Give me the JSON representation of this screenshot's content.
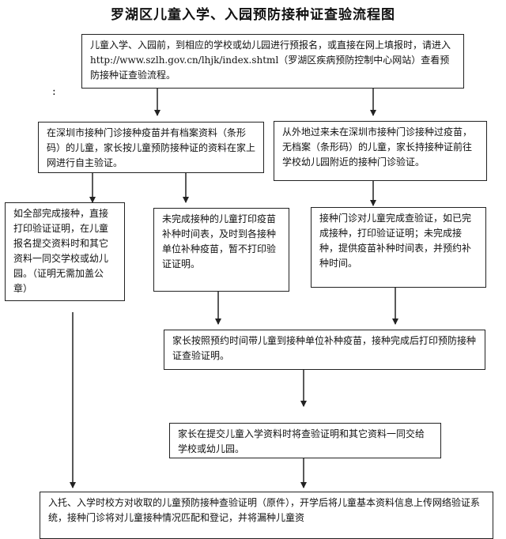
{
  "title": "罗湖区儿童入学、入园预防接种证查验流程图",
  "stray_mark": ":",
  "steps": {
    "intro": "儿童入学、入园前，到相应的学校或幼儿园进行预报名，或直接在网上填报时，请进入 http://www.szlh.gov.cn/lhjk/index.shtml（罗湖区疾病预防控制中心网站）查看预防接种证查验流程。",
    "local": "在深圳市接种门诊接种疫苗并有档案资料（条形码）的儿童，家长按儿童预防接种证的资料在家上网进行自主验证。",
    "nonlocal": "从外地过来未在深圳市接种门诊接种过疫苗，无档案（条形码）的儿童，家长持接种证前往学校幼儿园附近的接种门诊验证。",
    "complete": "如全部完成接种，直接打印验证证明，在儿童报名提交资料时和其它资料一同交学校或幼儿园。（证明无需加盖公章）",
    "incomplete": "未完成接种的儿童打印疫苗补种时间表，及时到各接种单位补种疫苗，暂不打印验证证明。",
    "clinic": "接种门诊对儿童完成查验证，如已完成接种，打印验证证明；未完成接种，提供疫苗补种时间表，并预约补种时间。",
    "catchup": "家长按照预约时间带儿童到接种单位补种疫苗，接种完成后打印预防接种证查验证明。",
    "submit": "家长在提交儿童入学资料时将查验证明和其它资料一同交给学校或幼儿园。",
    "final": "入托、入学时校方对收取的儿童预防接种查验证明（原件），开学后将儿童基本资料信息上传网络验证系统，接种门诊将对儿童接种情况匹配和登记，并将漏种儿童资"
  }
}
